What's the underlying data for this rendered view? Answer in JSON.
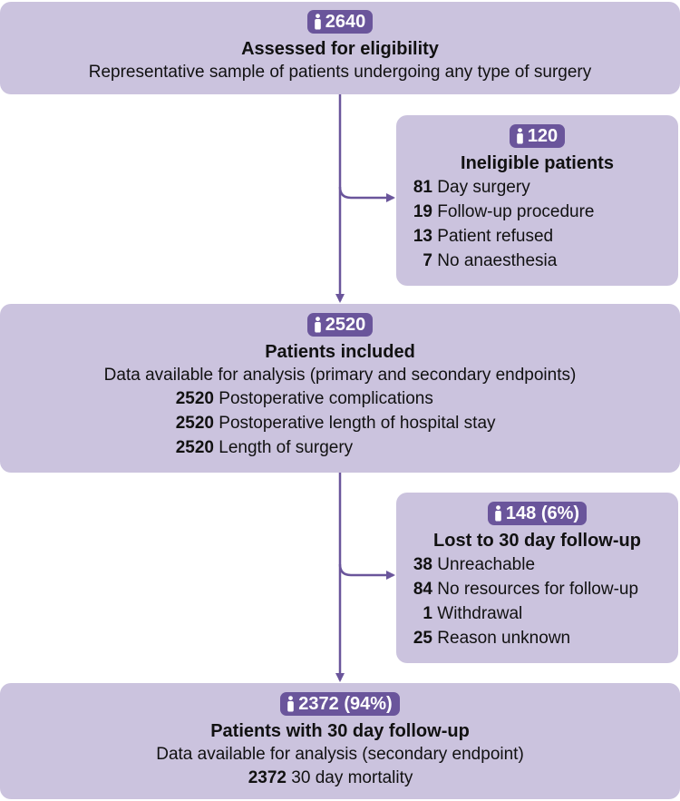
{
  "assessed": {
    "count": "2640",
    "title": "Assessed for eligibility",
    "subtitle": "Representative sample of patients undergoing any type of surgery"
  },
  "ineligible": {
    "count": "120",
    "title": "Ineligible patients",
    "items": [
      {
        "n": "81",
        "label": "Day surgery"
      },
      {
        "n": "19",
        "label": "Follow-up procedure"
      },
      {
        "n": "13",
        "label": "Patient refused"
      },
      {
        "n": "7",
        "label": "No anaesthesia"
      }
    ]
  },
  "included": {
    "count": "2520",
    "title": "Patients included",
    "subtitle": "Data available for analysis (primary and secondary endpoints)",
    "items": [
      {
        "n": "2520",
        "label": "Postoperative complications"
      },
      {
        "n": "2520",
        "label": "Postoperative length of hospital stay"
      },
      {
        "n": "2520",
        "label": "Length of surgery"
      }
    ]
  },
  "lost": {
    "count": "148 (6%)",
    "title": "Lost to 30 day follow-up",
    "items": [
      {
        "n": "38",
        "label": "Unreachable"
      },
      {
        "n": "84",
        "label": "No resources for follow-up"
      },
      {
        "n": "1",
        "label": "Withdrawal"
      },
      {
        "n": "25",
        "label": "Reason unknown"
      }
    ]
  },
  "followup": {
    "count": "2372 (94%)",
    "title": "Patients with 30 day follow-up",
    "subtitle": "Data available for analysis (secondary endpoint)",
    "items": [
      {
        "n": "2372",
        "label": "30 day mortality"
      }
    ]
  },
  "colors": {
    "box": "#cbc3de",
    "badge": "#6a559b",
    "arrow": "#6a559b"
  },
  "icon": "person-icon"
}
